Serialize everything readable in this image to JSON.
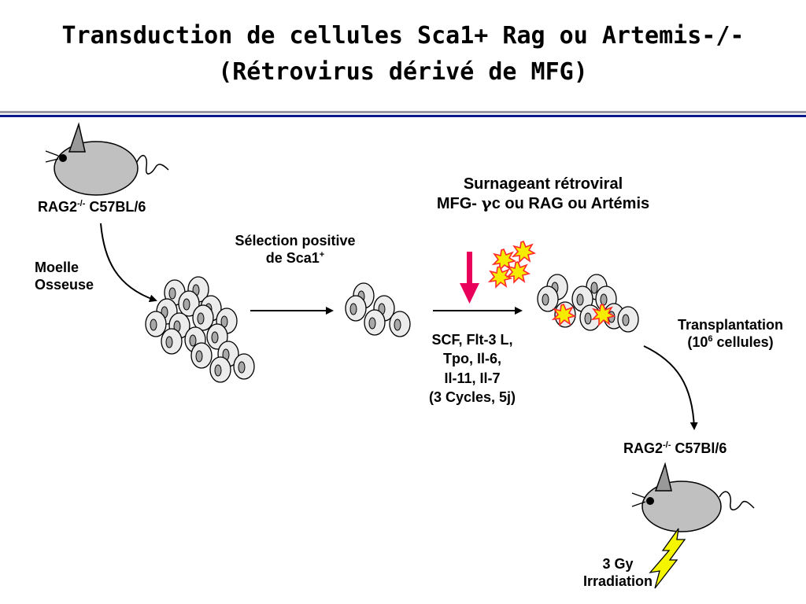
{
  "title": {
    "line1": "Transduction de cellules Sca1+ Rag ou Artemis-/-",
    "line2": "(Rétrovirus dérivé de MFG)"
  },
  "labels": {
    "donor_mouse_base": "RAG2",
    "donor_mouse_sup": "-/-",
    "donor_mouse_strain": " C57BL/6",
    "bone_marrow_line1": "Moelle",
    "bone_marrow_line2": "Osseuse",
    "selection_line1": "Sélection positive",
    "selection_line2_base": "de Sca1",
    "selection_line2_sup": "+",
    "supernatant_line1": "Surnageant rétroviral",
    "supernatant_line2_a": "MFG- ",
    "supernatant_gamma": "γ",
    "supernatant_line2_b": "c ou RAG ou Artémis",
    "cytokines_line1": "SCF, Flt-3 L,",
    "cytokines_line2": "Tpo, Il-6,",
    "cytokines_line3": "Il-11, Il-7",
    "cytokines_line4": "(3 Cycles, 5j)",
    "transplant_line1": "Transplantation",
    "transplant_line2_a": "(10",
    "transplant_sup": "6",
    "transplant_line2_b": " cellules)",
    "recipient_mouse_base": "RAG2",
    "recipient_mouse_sup": "-/-",
    "recipient_mouse_strain": " C57Bl/6",
    "irradiation_line1": "3 Gy",
    "irradiation_line2": "Irradiation"
  },
  "colors": {
    "mouse_body": "#c0c0c0",
    "cell_fill": "#ececec",
    "nucleus": "#a8a8a8",
    "virus_fill": "#f5ec00",
    "virus_outline": "#ff2a2a",
    "pink_arrow": "#e8005a",
    "lightning": "#f5f500",
    "rule_gray": "#9a9aa6",
    "rule_blue": "#0a1a8c"
  },
  "icons": [
    "mouse-icon",
    "cell-icon",
    "virus-icon",
    "lightning-icon",
    "down-arrow-icon"
  ]
}
